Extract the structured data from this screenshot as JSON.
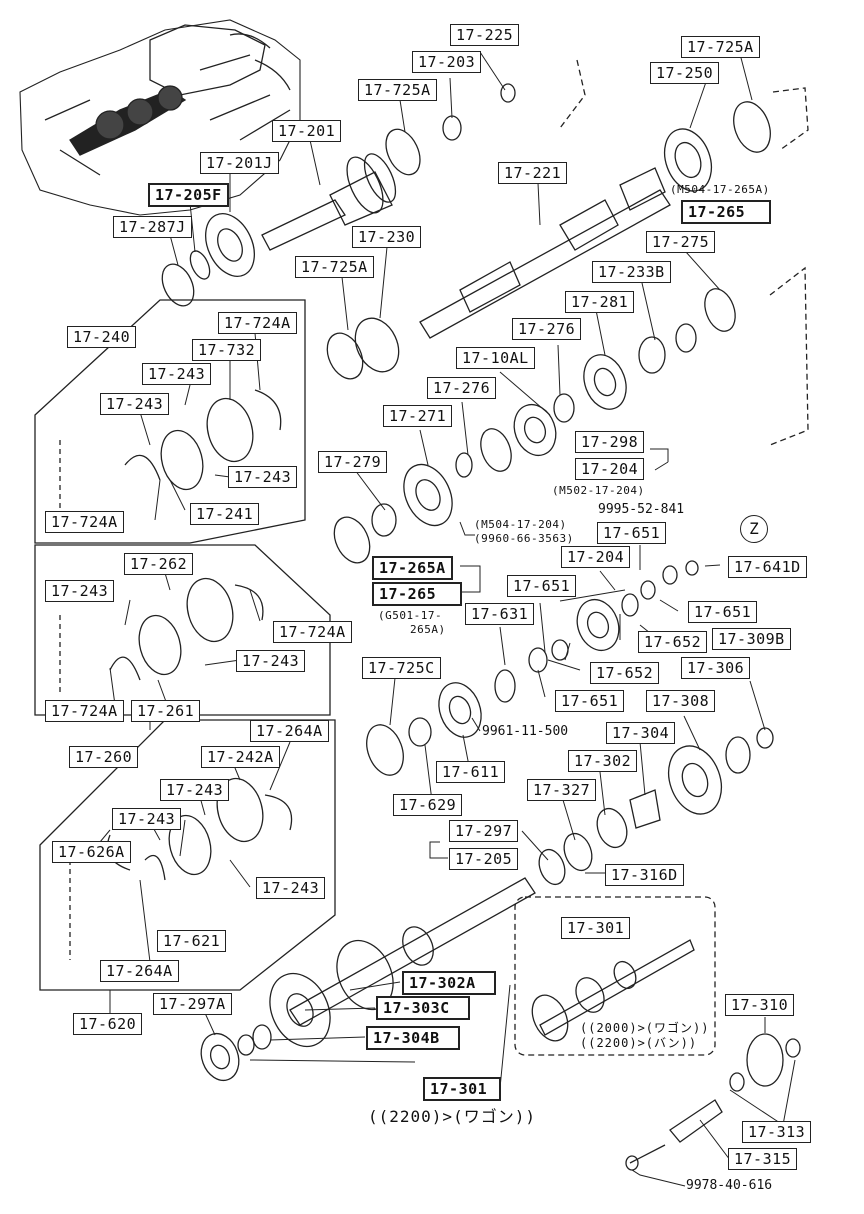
{
  "labels": {
    "p17_225": "17-225",
    "p17_203": "17-203",
    "p17_725A_top": "17-725A",
    "p17_201": "17-201",
    "p17_201J": "17-201J",
    "p17_205F": "17-205F",
    "p17_287J": "17-287J",
    "p17_221": "17-221",
    "p17_725A_right": "17-725A",
    "p17_250": "17-250",
    "p17_265_top": "17-265",
    "p17_230": "17-230",
    "p17_725A_mid": "17-725A",
    "p17_275": "17-275",
    "p17_233B": "17-233B",
    "p17_281": "17-281",
    "p17_276a": "17-276",
    "p17_10AL": "17-10AL",
    "p17_276b": "17-276",
    "p17_271": "17-271",
    "p17_298": "17-298",
    "p17_204a": "17-204",
    "p17_279": "17-279",
    "p17_240": "17-240",
    "p17_724A_a": "17-724A",
    "p17_732": "17-732",
    "p17_243_a": "17-243",
    "p17_243_b": "17-243",
    "p17_243_c": "17-243",
    "p17_724A_b": "17-724A",
    "p17_241": "17-241",
    "p17_651a": "17-651",
    "p17_204b": "17-204",
    "p17_641D": "17-641D",
    "p17_265A": "17-265A",
    "p17_265_mid": "17-265",
    "p17_651b": "17-651",
    "p17_651c": "17-651",
    "p17_631": "17-631",
    "p17_652a": "17-652",
    "p17_309B": "17-309B",
    "p17_652b": "17-652",
    "p17_651d": "17-651",
    "p17_262": "17-262",
    "p17_243_d": "17-243",
    "p17_724A_c": "17-724A",
    "p17_243_e": "17-243",
    "p17_724A_d": "17-724A",
    "p17_261": "17-261",
    "p17_260": "17-260",
    "p17_725C": "17-725C",
    "p17_306": "17-306",
    "p17_308": "17-308",
    "p17_304": "17-304",
    "p17_611": "17-611",
    "p17_629": "17-629",
    "p17_302": "17-302",
    "p17_327": "17-327",
    "p17_297": "17-297",
    "p17_205": "17-205",
    "p17_316D": "17-316D",
    "p17_264A_a": "17-264A",
    "p17_242A": "17-242A",
    "p17_243_f": "17-243",
    "p17_243_g": "17-243",
    "p17_626A": "17-626A",
    "p17_243_h": "17-243",
    "p17_621": "17-621",
    "p17_264A_b": "17-264A",
    "p17_620": "17-620",
    "p17_301_box": "17-301",
    "p17_297A": "17-297A",
    "p17_302A": "17-302A",
    "p17_303C": "17-303C",
    "p17_304B": "17-304B",
    "p17_301": "17-301",
    "p17_310": "17-310",
    "p17_313": "17-313",
    "p17_315": "17-315"
  },
  "notes": {
    "n_m504_265A": "(M504-17-265A)",
    "n_m502_204": "(M502-17-204)",
    "n_m504_204": "(M504-17-204)",
    "n_9960": "(9960-66-3563)",
    "n_g501": "(G501-17-",
    "n_g501b": "265A)"
  },
  "part_numbers": {
    "pn_9995": "9995-52-841",
    "pn_9961": "9961-11-500",
    "pn_9978": "9978-40-616"
  },
  "conditions": {
    "cond_box_1": "((2000)>(ワゴン))",
    "cond_box_2": "((2200)>(バン))",
    "cond_bottom": "((2200)>(ワゴン))"
  },
  "callout_z": "Z"
}
